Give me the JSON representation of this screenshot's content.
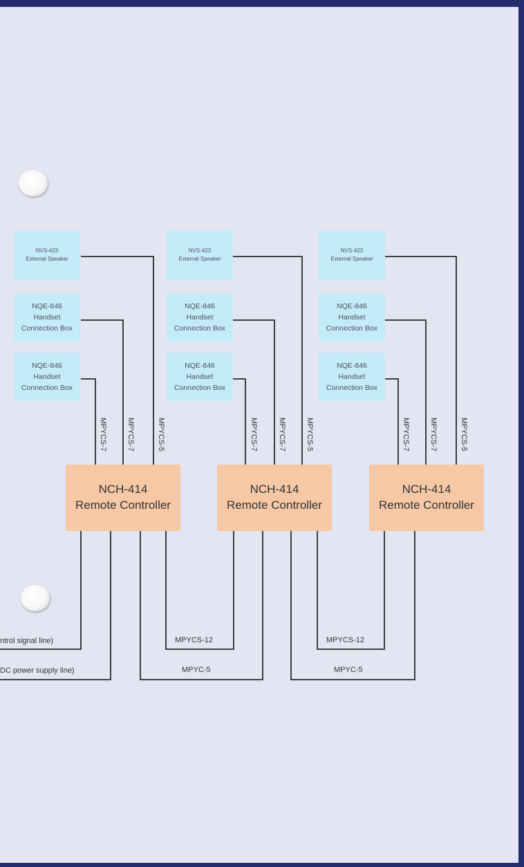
{
  "units": [
    {
      "speaker": {
        "model": "NVS-423",
        "desc": "External Speaker"
      },
      "handsets": [
        {
          "model": "NQE-846",
          "desc1": "Handset",
          "desc2": "Connection Box"
        },
        {
          "model": "NQE-846",
          "desc1": "Handset",
          "desc2": "Connection Box"
        }
      ],
      "cables": [
        "MPYCS-7",
        "MPYCS-7",
        "MPYCS-5"
      ],
      "controller": {
        "model": "NCH-414",
        "desc": "Remote Controller"
      }
    },
    {
      "speaker": {
        "model": "NVS-423",
        "desc": "External Speaker"
      },
      "handsets": [
        {
          "model": "NQE-846",
          "desc1": "Handset",
          "desc2": "Connection Box"
        },
        {
          "model": "NQE-846",
          "desc1": "Handset",
          "desc2": "Connection Box"
        }
      ],
      "cables": [
        "MPYCS-7",
        "MPYCS-7",
        "MPYCS-5"
      ],
      "controller": {
        "model": "NCH-414",
        "desc": "Remote Controller"
      }
    },
    {
      "speaker": {
        "model": "NVS-423",
        "desc": "External Speaker"
      },
      "handsets": [
        {
          "model": "NQE-846",
          "desc1": "Handset",
          "desc2": "Connection Box"
        },
        {
          "model": "NQE-846",
          "desc1": "Handset",
          "desc2": "Connection Box"
        }
      ],
      "cables": [
        "MPYCS-7",
        "MPYCS-7",
        "MPYCS-5"
      ],
      "controller": {
        "model": "NCH-414",
        "desc": "Remote Controller"
      }
    }
  ],
  "bus_labels": {
    "signal_line": "ntrol signal line)",
    "power_line": "DC power supply line)",
    "link_signal": [
      "MPYCS-12",
      "MPYCS-12"
    ],
    "link_power": [
      "MPYC-5",
      "MPYC-5"
    ]
  },
  "colors": {
    "frame": "#232d6e",
    "page": "#e3e5f3",
    "device_box": "#c4ecf8",
    "controller_box": "#f6c8a6",
    "wire": "#2a2a2a"
  }
}
